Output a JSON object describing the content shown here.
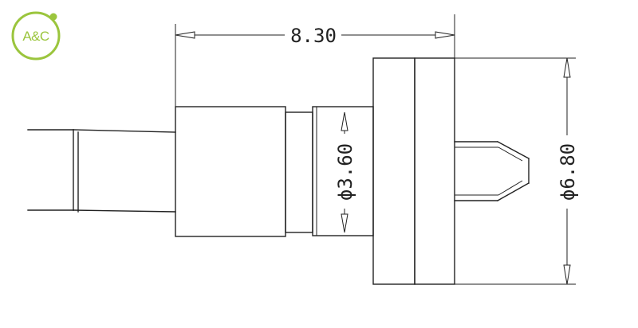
{
  "logo": {
    "text": "A&C",
    "color": "#9bc53d"
  },
  "dimensions": {
    "overall_length": "8.30",
    "inner_diameter": "ϕ3.60",
    "outer_diameter": "ϕ6.80"
  },
  "colors": {
    "line": "#222222",
    "background": "#ffffff"
  }
}
